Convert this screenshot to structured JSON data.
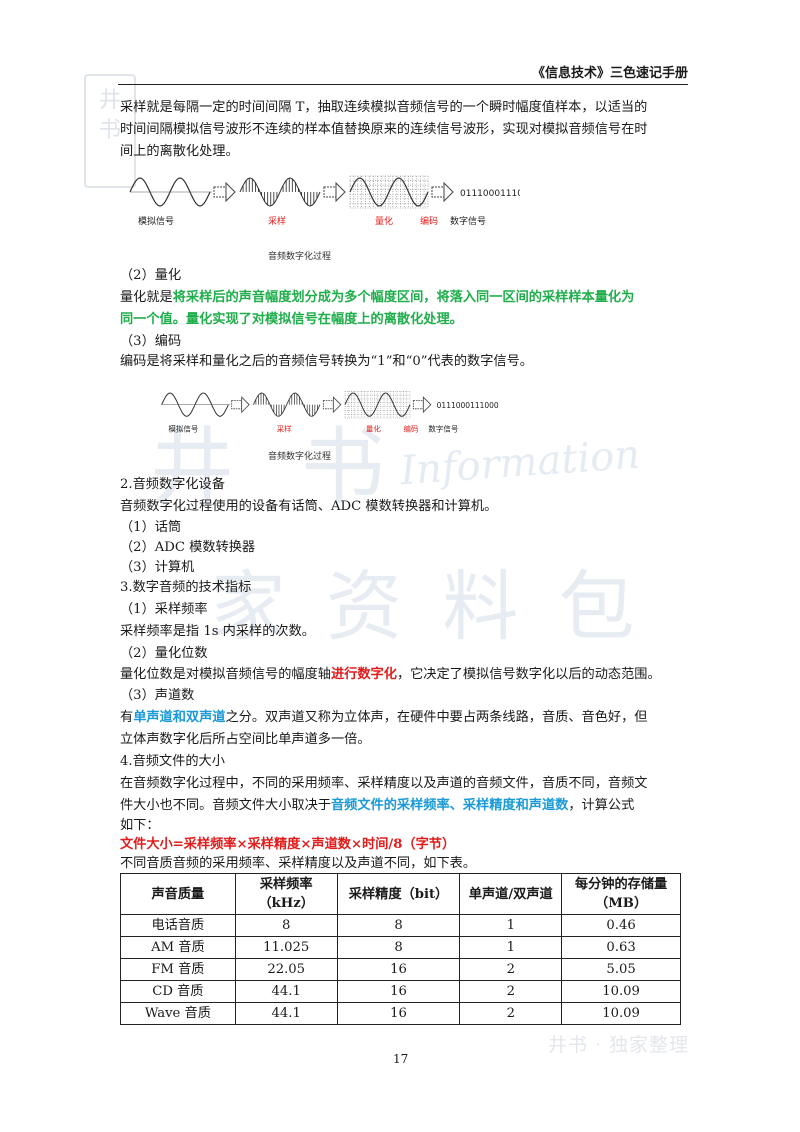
{
  "header": {
    "title": "《信息技术》三色速记手册"
  },
  "watermarks": {
    "logo_top": "井",
    "logo_bottom": "书",
    "big_1": "井 书",
    "big_2": "家 资 料 包",
    "info": "Information",
    "footer": "井书 · 独家整理"
  },
  "sampling": {
    "para_line1": "采样就是每隔一定的时间间隔 T，抽取连续模拟音频信号的一个瞬时幅度值样本，以适当的",
    "para_line2": "时间间隔模拟信号波形不连续的样本值替换原来的连续信号波形，实现对模拟音频信号在时",
    "para_line3": "间上的离散化处理。"
  },
  "figure": {
    "analog": "模拟信号",
    "sample": "采样",
    "quantize": "量化",
    "encode": "编码",
    "digital": "数字信号",
    "bits": "0111000111000",
    "caption": "音频数字化过程"
  },
  "quantization": {
    "heading": "（2）量化",
    "line1": "量化就是将采样后的声音幅度划分成为多个幅度区间，将落入同一区间的采样样本量化为",
    "line2": "同一个值。量化实现了对模拟信号在幅度上的离散化处理。",
    "prefix": "量化就是"
  },
  "encoding": {
    "heading": "（3）编码",
    "line1": "编码是将采样和量化之后的音频信号转换为“1”和“0”代表的数字信号。"
  },
  "devices": {
    "heading": "2.音频数字化设备",
    "line1": "音频数字化过程使用的设备有话筒、ADC 模数转换器和计算机。",
    "item1": "（1）话筒",
    "item2": "（2）ADC 模数转换器",
    "item3": "（3）计算机"
  },
  "indicators": {
    "heading": "3.数字音频的技术指标",
    "rate_heading": "（1）采样频率",
    "rate_text": "采样频率是指 1s 内采样的次数。",
    "depth_heading": "（2）量化位数",
    "depth_pre": "量化位数是对模拟音频信号的幅度轴",
    "depth_hl": "进行数字化",
    "depth_post": "，它决定了模拟信号数字化以后的动态范围。",
    "channel_heading": "（3）声道数",
    "channel_pre": "有",
    "channel_hl": "单声道和双声道",
    "channel_post": "之分。双声道又称为立体声，在硬件中要占两条线路，音质、音色好，但",
    "channel_line2": "立体声数字化后所占空间比单声道多一倍。"
  },
  "filesize": {
    "heading": "4.音频文件的大小",
    "line1": "在音频数字化过程中，不同的采用频率、采样精度以及声道的音频文件，音质不同，音频文",
    "line2_pre": "件大小也不同。音频文件大小取决于",
    "line2_hl": "音频文件的采样频率、采样精度和声道数",
    "line2_post": "，计算公式",
    "line3": "如下：",
    "formula": "文件大小=采样频率×采样精度×声道数×时间/8（字节）",
    "table_intro": "不同音质音频的采用频率、采样精度以及声道不同，如下表。"
  },
  "table": {
    "headers": [
      "声音质量",
      "采样频率（kHz）",
      "采样精度（bit）",
      "单声道/双声道",
      "每分钟的存储量（MB）"
    ],
    "rows": [
      [
        "电话音质",
        "8",
        "8",
        "1",
        "0.46"
      ],
      [
        "AM 音质",
        "11.025",
        "8",
        "1",
        "0.63"
      ],
      [
        "FM 音质",
        "22.05",
        "16",
        "2",
        "5.05"
      ],
      [
        "CD 音质",
        "44.1",
        "16",
        "2",
        "10.09"
      ],
      [
        "Wave 音质",
        "44.1",
        "16",
        "2",
        "10.09"
      ]
    ]
  },
  "page_number": "17",
  "colors": {
    "green": "#1fae4b",
    "red": "#e21b1b",
    "blue": "#1a9ad6"
  }
}
